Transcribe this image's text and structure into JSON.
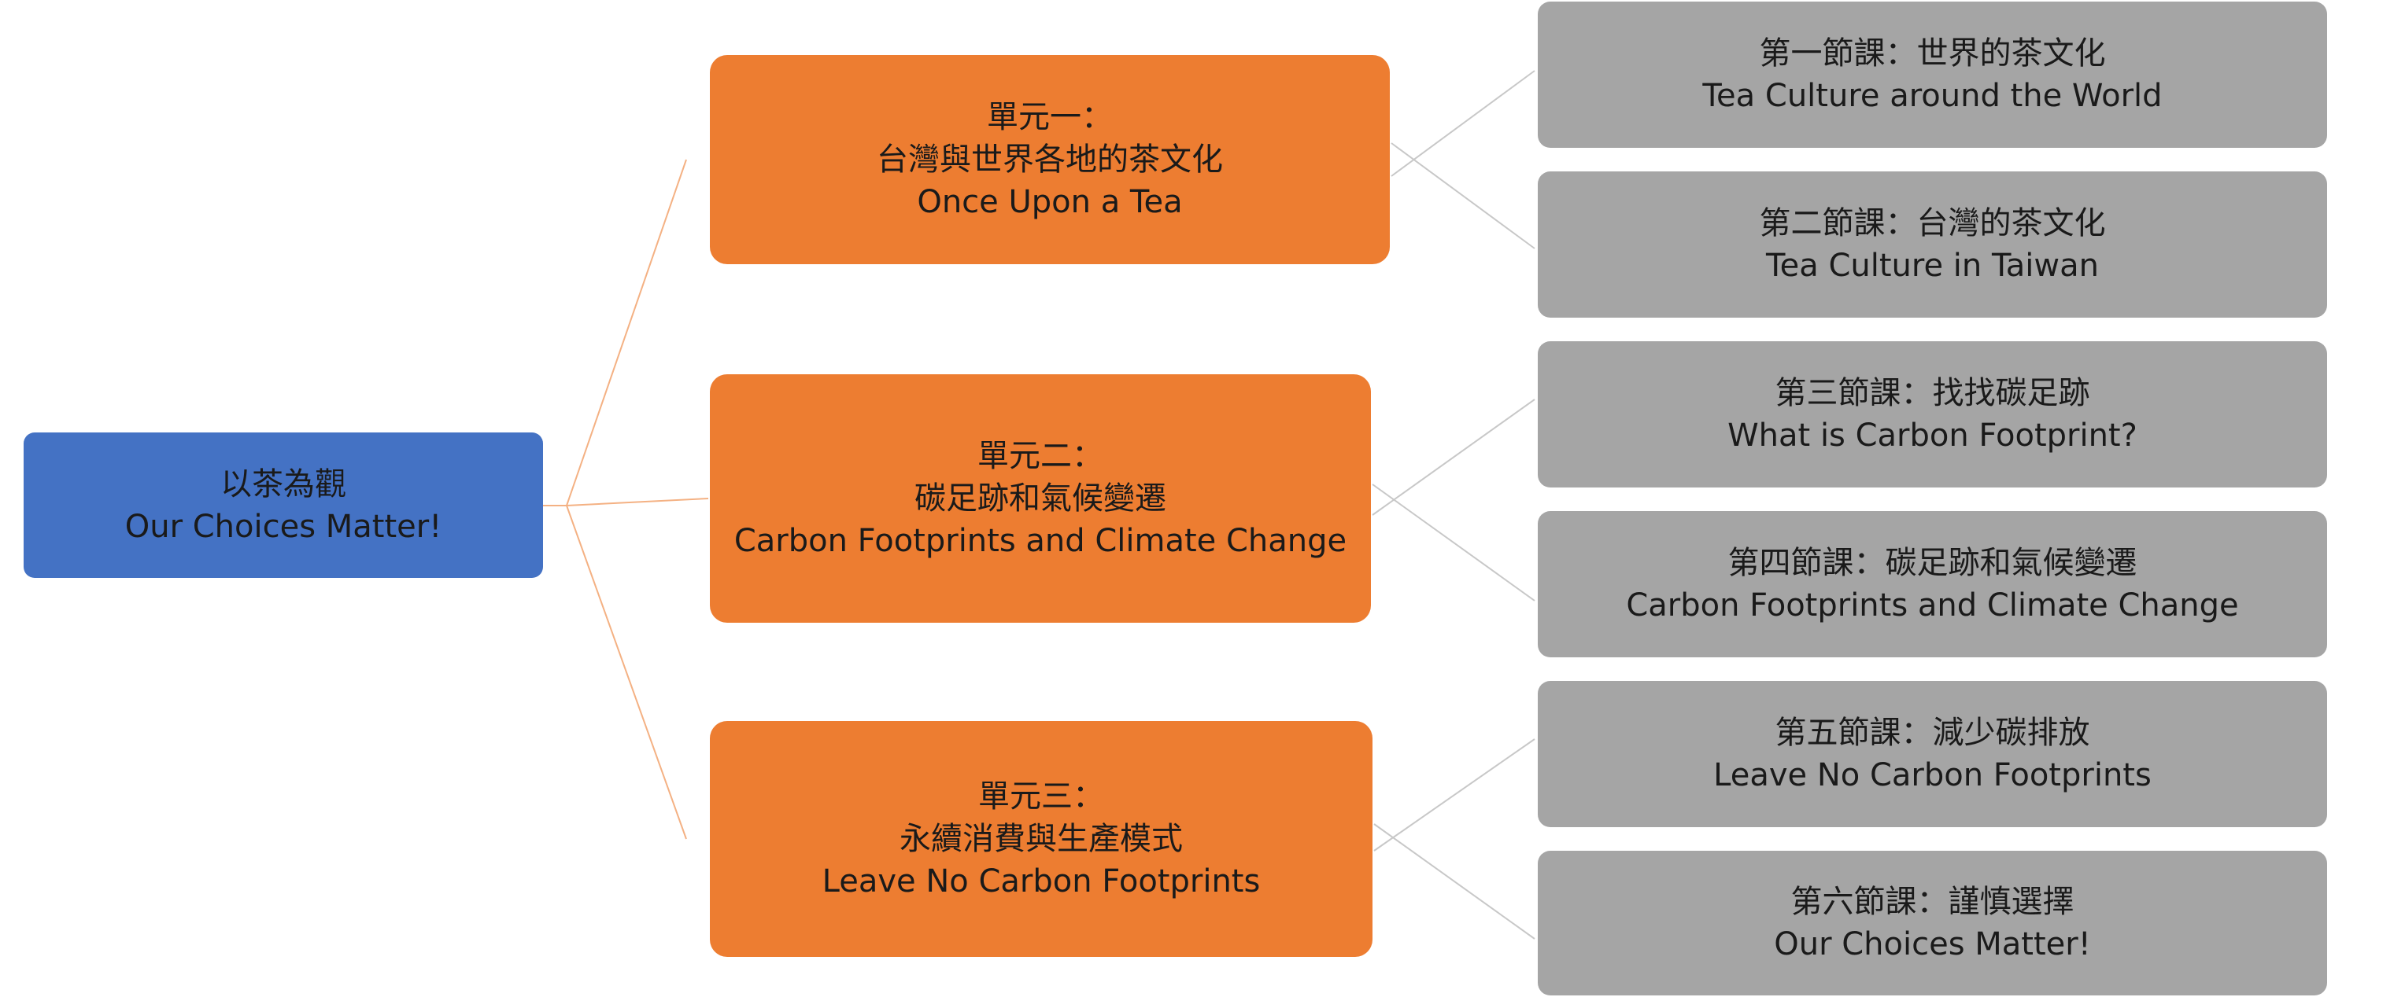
{
  "root": {
    "line1": "以茶為觀",
    "line2": "Our Choices Matter!"
  },
  "units": [
    {
      "line1": "單元一：",
      "line2": "台灣與世界各地的茶文化",
      "line3": "Once Upon a Tea"
    },
    {
      "line1": "單元二：",
      "line2": "碳足跡和氣候變遷",
      "line3": "Carbon Footprints and Climate Change"
    },
    {
      "line1": "單元三：",
      "line2": "永續消費與生產模式",
      "line3": "Leave No Carbon Footprints"
    }
  ],
  "lessons": [
    {
      "line1": "第一節課：世界的茶文化",
      "line2": "Tea Culture around the World"
    },
    {
      "line1": "第二節課：台灣的茶文化",
      "line2": "Tea Culture in Taiwan"
    },
    {
      "line1": "第三節課：找找碳足跡",
      "line2": "What is Carbon Footprint?"
    },
    {
      "line1": "第四節課：碳足跡和氣候變遷",
      "line2": "Carbon Footprints and Climate Change"
    },
    {
      "line1": "第五節課：減少碳排放",
      "line2": "Leave No Carbon Footprints"
    },
    {
      "line1": "第六節課：謹慎選擇",
      "line2": "Our Choices Matter!"
    }
  ],
  "colors": {
    "root": "#4472c4",
    "unit": "#ed7d31",
    "lesson": "#a5a5a5",
    "root_connector": "#f4b183",
    "lesson_connector": "#c8c8c8"
  }
}
